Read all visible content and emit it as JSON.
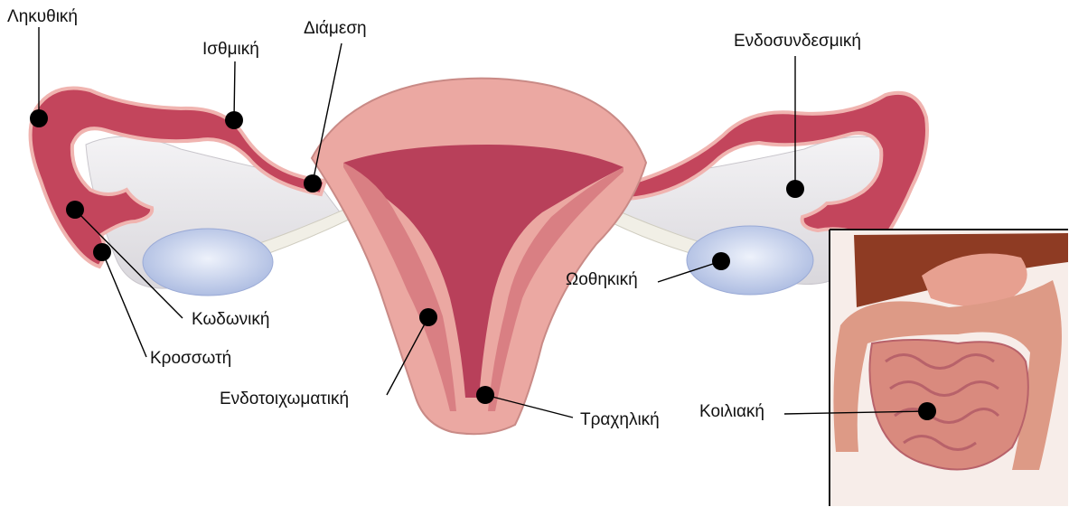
{
  "diagram": {
    "labels": {
      "ampullary": "Ληκυθική",
      "isthmic": "Ισθμική",
      "interstitial": "Διάμεση",
      "intraligamentary": "Ενδοσυνδεσμική",
      "fimbrial": "Κωδωνική",
      "fimbriae": "Κροσσωτή",
      "ovarian": "Ωοθηκική",
      "intramural": "Ενδοτοιχωματική",
      "cervical": "Τραχηλική",
      "abdominal": "Κοιλιακή"
    },
    "colors": {
      "tube": "#c3455c",
      "tube_outline": "#f0b4b0",
      "uterus_wall": "#eba8a2",
      "uterus_cavity": "#b8405a",
      "ligament": "#ebe9ec",
      "ovary": "#c8d3ec",
      "liver": "#8e3b23",
      "bowel": "#d98a7e",
      "marker": "#000000",
      "leader": "#000000"
    }
  }
}
